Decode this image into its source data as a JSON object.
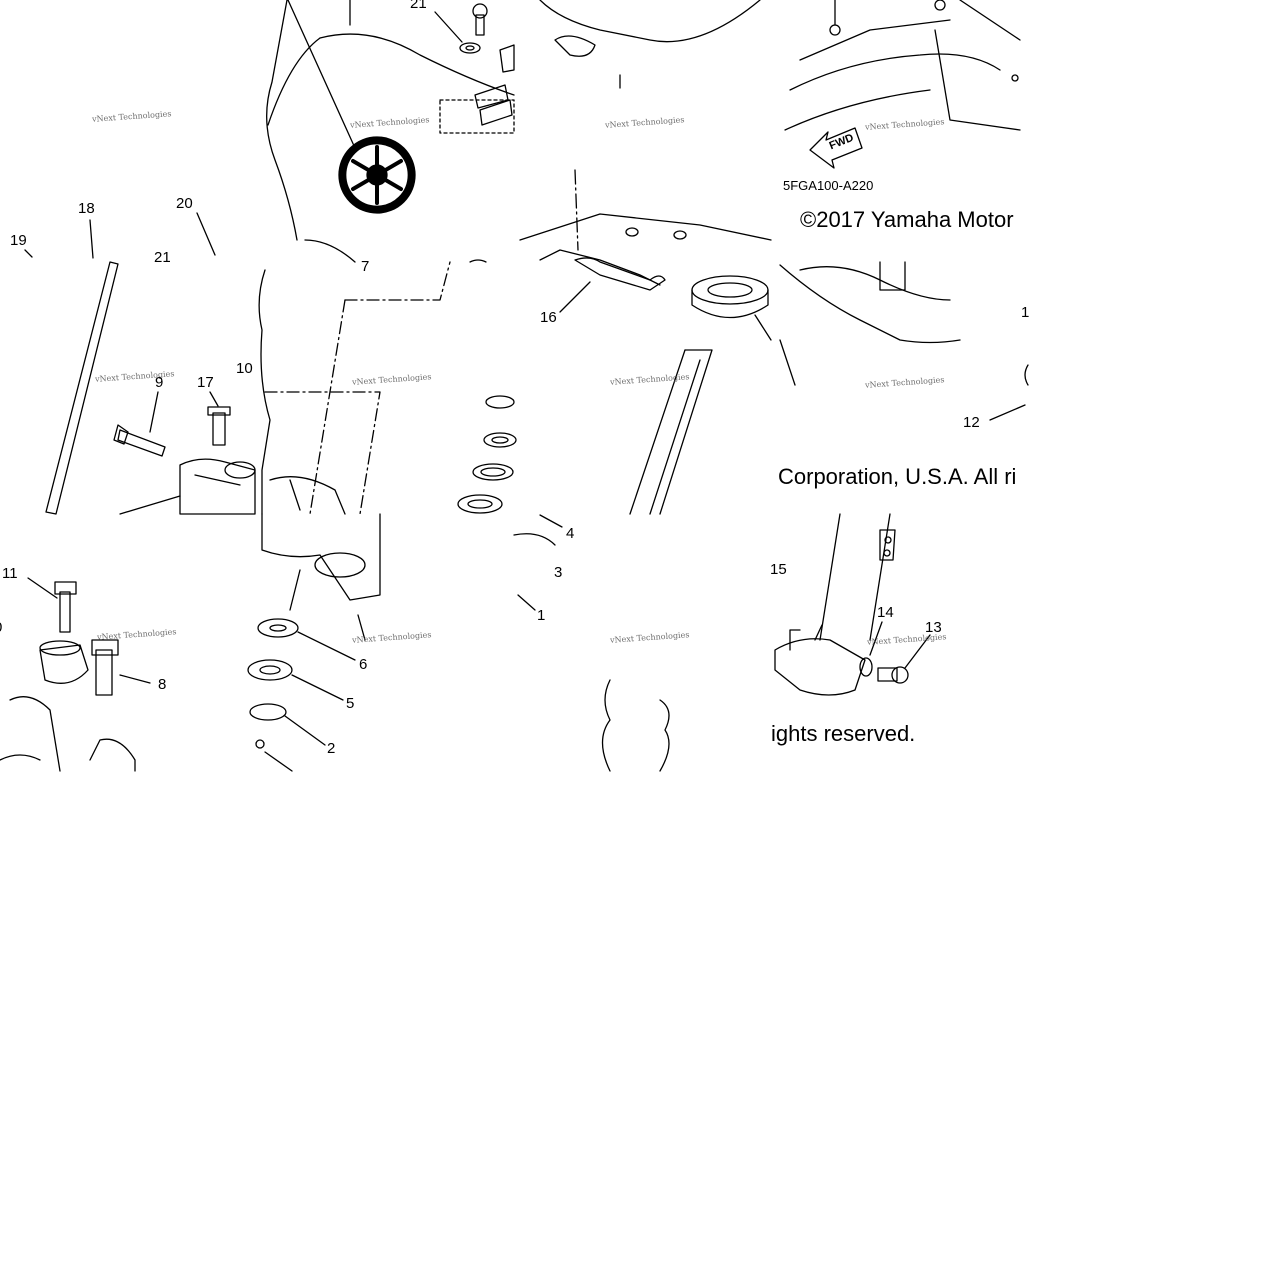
{
  "diagram": {
    "part_number_code": "5FGA100-A220",
    "copyright_segments": [
      "©2017 Yamaha Motor",
      "Corporation, U.S.A. All ri",
      "ights reserved."
    ],
    "watermark_text": "vNext Technologies",
    "fwd_label": "FWD",
    "part_labels": [
      "21",
      "18",
      "20",
      "19",
      "21",
      "7",
      "10",
      "9",
      "17",
      "16",
      "12",
      "1",
      "15",
      "14",
      "13",
      "11",
      "0",
      "8",
      "6",
      "5",
      "2",
      "4",
      "3",
      "1"
    ]
  },
  "colors": {
    "line": "#000000",
    "background": "#ffffff"
  }
}
